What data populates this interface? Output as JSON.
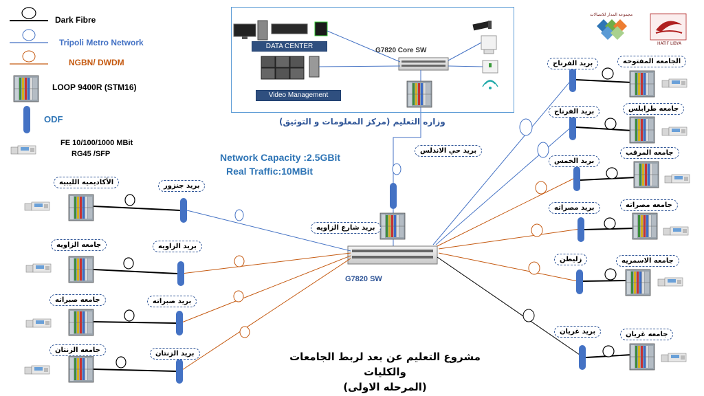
{
  "legend": {
    "dark_fibre": "Dark Fibre",
    "tripoli_metro": "Tripoli Metro Network",
    "ngbn": "NGBN/ DWDM",
    "loop": "LOOP 9400R (STM16)",
    "odf": "ODF",
    "fe_line1": "FE 10/100/1000 MBit",
    "fe_line2": "RG45 /SFP"
  },
  "colors": {
    "dark_fibre": "#000000",
    "metro": "#4472c4",
    "ngbn": "#c55a11",
    "odf": "#4472c4",
    "frame": "#5b9bd5"
  },
  "datacenter": {
    "data_center_caption": "DATA CENTER",
    "video_caption": "Video Management",
    "core_switch_label": "G7820  Core SW",
    "ministry_label": "وزاره التعليم (مركز المعلومات و التوثيق)"
  },
  "network": {
    "capacity": "Network Capacity :2.5GBit",
    "traffic": "Real Traffic:10MBit",
    "main_switch": "G7820  SW"
  },
  "left_sites": [
    {
      "post": "بريد جنزور",
      "uni": "الأكاديميه الليبيه"
    },
    {
      "post": "بريد الزاويه",
      "uni": "جامعه الزاويه"
    },
    {
      "post": "بريد صبراته",
      "uni": "جامعه صبراته"
    },
    {
      "post": "بريد الزنتان",
      "uni": "جامعه الزنتان"
    }
  ],
  "center_sites": {
    "andalus": "بريد حي الاندلس",
    "zawia_street": "بريد شارع الزاويه"
  },
  "right_sites": [
    {
      "post": "بريد الفرناج",
      "uni": "الجامعه المفتوحه"
    },
    {
      "post": "بريد الفرناج",
      "uni": "جامعه طرابلس"
    },
    {
      "post": "بريد الخمس",
      "uni": "جامعه المرقب"
    },
    {
      "post": "بريد مصراته",
      "uni": "جامعه مصراته"
    },
    {
      "post": "زليطن",
      "uni": "جامعه الاسمريه"
    },
    {
      "post": "بريد غريان",
      "uni": "جامعه غريان"
    }
  ],
  "logos": {
    "almadar_caption": "مجموعة المدار للاتصالات",
    "hatif_libya_caption": "HATIF LIBYA"
  },
  "title": {
    "line1": "مشروع التعليم عن بعد لربط الجامعات والكليات",
    "line2": "(المرحله الاولى)"
  }
}
